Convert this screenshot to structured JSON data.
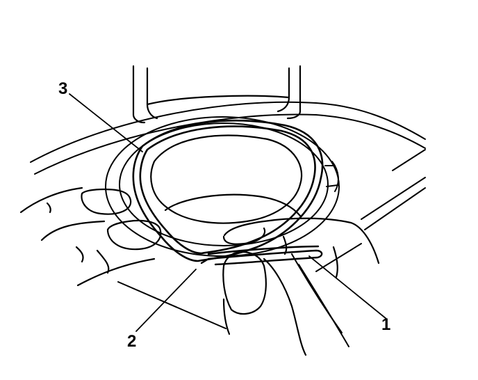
{
  "callouts": [
    {
      "id": "3",
      "label": "3"
    },
    {
      "id": "2",
      "label": "2"
    },
    {
      "id": "1",
      "label": "1"
    }
  ],
  "colors": {
    "ink": "#000000",
    "background": "#ffffff"
  }
}
